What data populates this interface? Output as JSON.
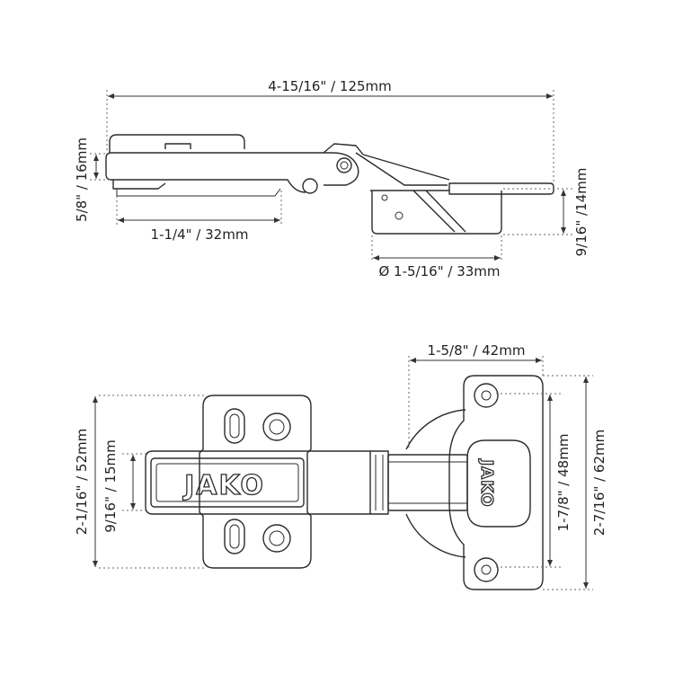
{
  "side_view": {
    "overall_length": "4-15/16\" / 125mm",
    "arm_height": "5/8\" / 16mm",
    "plate_length": "1-1/4\" / 32mm",
    "cup_depth": "9/16\" /14mm",
    "cup_diameter": "Ø 1-5/16\" / 33mm"
  },
  "top_view": {
    "cup_offset": "1-5/8\" / 42mm",
    "plate_height": "2-1/16\" / 52mm",
    "arm_slot_height": "9/16\" / 15mm",
    "screw_spacing": "1-7/8\" / 48mm",
    "cup_plate_height": "2-7/16\" / 62mm"
  },
  "brand": {
    "logo_text": "JAKO"
  }
}
